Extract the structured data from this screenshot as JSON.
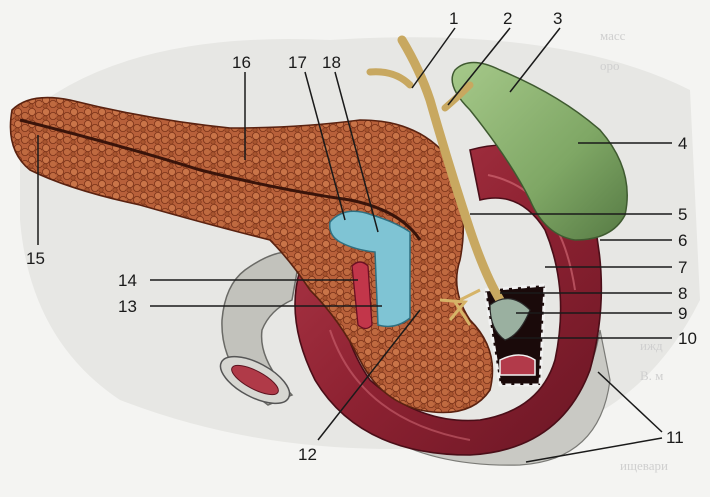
{
  "figure": {
    "labels": [
      "1",
      "2",
      "3",
      "4",
      "5",
      "6",
      "7",
      "8",
      "9",
      "10",
      "11",
      "12",
      "13",
      "14",
      "15",
      "16",
      "17",
      "18"
    ],
    "colors": {
      "background": "#f4f4f2",
      "pancreas": "#b8603a",
      "pancreas_dark": "#7a3218",
      "duodenum": "#9e2a38",
      "duodenum_dark": "#5c1420",
      "gallbladder": "#7fa765",
      "vein": "#7fc4d4",
      "artery": "#c2364a",
      "duct": "#c8a860",
      "intestine": "#b9b9b3"
    }
  }
}
